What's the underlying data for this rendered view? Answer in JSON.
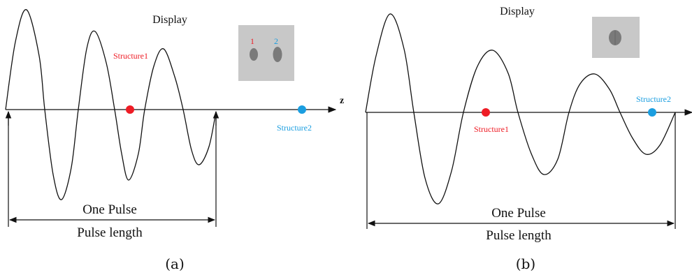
{
  "panels": [
    {
      "id": "a",
      "caption": "(a)",
      "display_label": "Display",
      "display_marker_1": "1",
      "display_marker_2": "2",
      "axis_label": "z",
      "structure1_label": "Structure1",
      "structure2_label": "Structure2",
      "one_pulse_label": "One Pulse",
      "pulse_length_label": "Pulse length"
    },
    {
      "id": "b",
      "caption": "(b)",
      "display_label": "Display",
      "structure1_label": "Structure1",
      "structure2_label": "Structure2",
      "one_pulse_label": "One Pulse",
      "pulse_length_label": "Pulse length"
    }
  ],
  "colors": {
    "structure1": "#ee1c25",
    "structure2": "#1b9ee0",
    "display_bg": "#c8c8c8",
    "display_blob": "#7a7a7a",
    "line": "#111111"
  }
}
